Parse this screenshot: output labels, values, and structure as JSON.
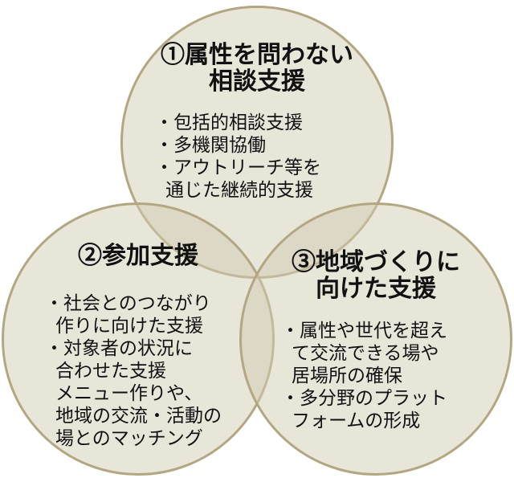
{
  "diagram": {
    "background_color": "#ffffff",
    "text_color": "#111111",
    "circle_fill_color": "rgba(210, 203, 180, 0.5)",
    "circle_border_color": "#b3a783",
    "circles": [
      {
        "id": "circle-1-consultation-support",
        "title_lines": [
          "①属性を問わない",
          "相談支援"
        ],
        "bullets": [
          [
            "・包括的相談支援"
          ],
          [
            "・多機関協働"
          ],
          [
            "・アウトリーチ等を",
            "通じた継続的支援"
          ]
        ]
      },
      {
        "id": "circle-2-participation-support",
        "title_lines": [
          "②参加支援"
        ],
        "bullets": [
          [
            "・社会とのつながり",
            "作りに向けた支援"
          ],
          [
            "・対象者の状況に",
            "合わせた支援",
            "メニュー作りや、",
            "地域の交流・活動の",
            "場とのマッチング"
          ]
        ]
      },
      {
        "id": "circle-3-community-building-support",
        "title_lines": [
          "③地域づくりに",
          "向けた支援"
        ],
        "bullets": [
          [
            "・属性や世代を超え",
            "て交流できる場や",
            "居場所の確保"
          ],
          [
            "・多分野のプラット",
            "フォームの形成"
          ]
        ]
      }
    ]
  }
}
